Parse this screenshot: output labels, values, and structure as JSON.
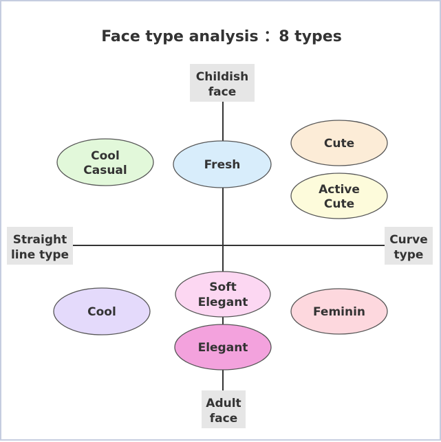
{
  "title": "Face type analysis ：8 types",
  "axes": {
    "top": {
      "line1": "Childish",
      "line2": "face"
    },
    "bottom": {
      "line1": "Adult",
      "line2": "face"
    },
    "left": {
      "line1": "Straight",
      "line2": "line type"
    },
    "right": {
      "line1": "Curve",
      "line2": "type"
    }
  },
  "types": [
    {
      "id": "cool-casual",
      "line1": "Cool",
      "line2": "Casual",
      "color": "#e2f8da"
    },
    {
      "id": "fresh",
      "line1": "Fresh",
      "line2": "",
      "color": "#d8edfb"
    },
    {
      "id": "cute",
      "line1": "Cute",
      "line2": "",
      "color": "#fcecd7"
    },
    {
      "id": "active-cute",
      "line1": "Active",
      "line2": "Cute",
      "color": "#fdfbdb"
    },
    {
      "id": "cool",
      "line1": "Cool",
      "line2": "",
      "color": "#e4dafb"
    },
    {
      "id": "soft-elegant",
      "line1": "Soft",
      "line2": "Elegant",
      "color": "#fcd7f2"
    },
    {
      "id": "elegant",
      "line1": "Elegant",
      "line2": "",
      "color": "#f3a2dd"
    },
    {
      "id": "feminin",
      "line1": "Feminin",
      "line2": "",
      "color": "#fdd8de"
    }
  ],
  "colors": {
    "axis_box": "#e6e6e6",
    "line": "#333333",
    "border": "#c5cde0"
  }
}
